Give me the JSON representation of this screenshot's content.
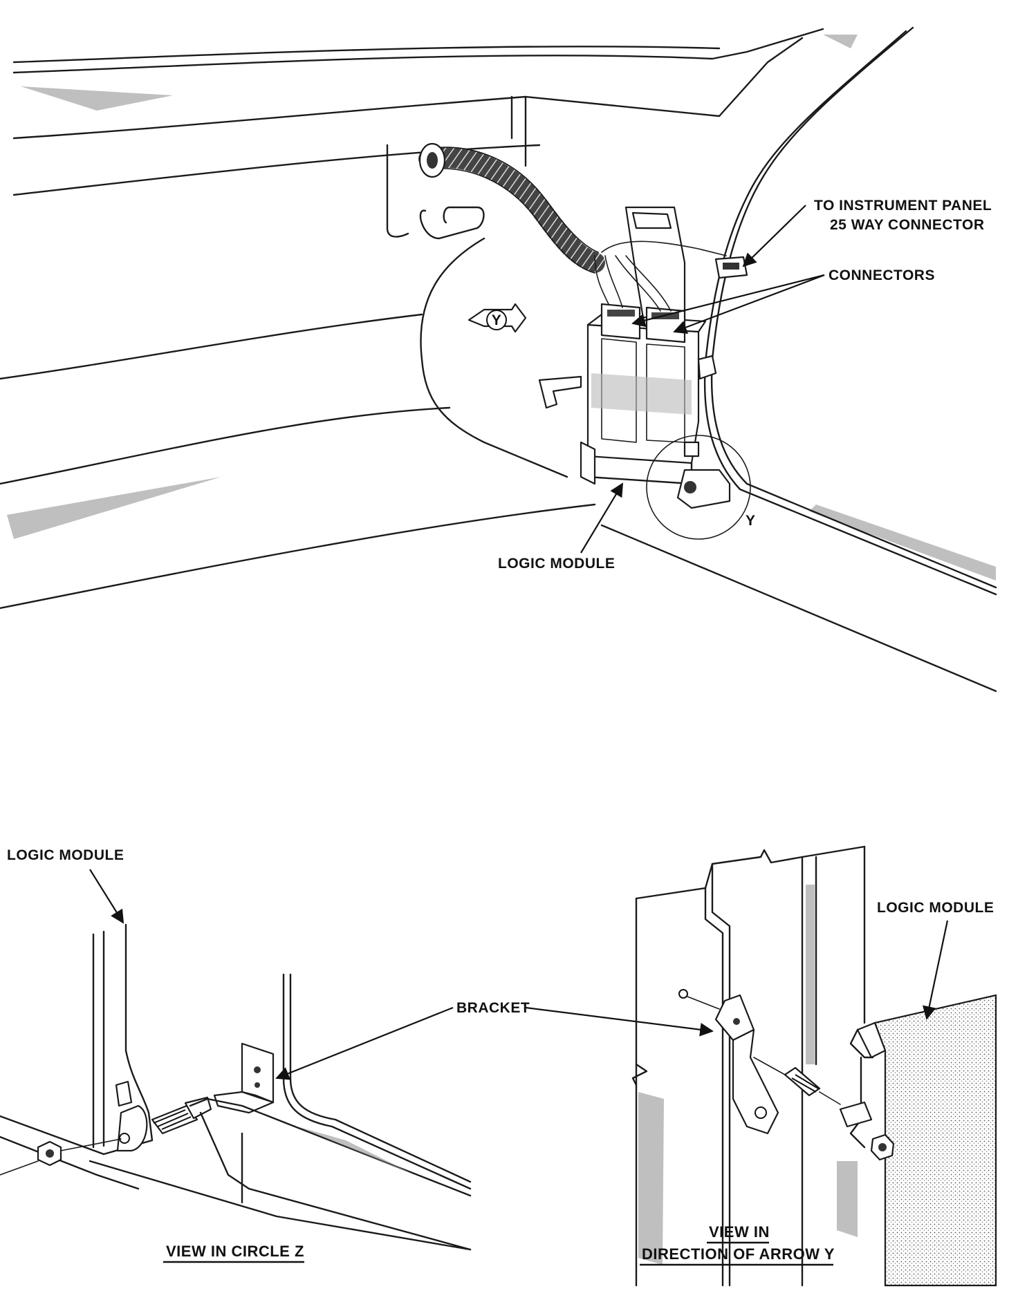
{
  "labels": {
    "instrument_panel_line1": "TO INSTRUMENT PANEL",
    "instrument_panel_line2": "25 WAY CONNECTOR",
    "connectors": "CONNECTORS",
    "logic_module_top": "LOGIC MODULE",
    "circle_y": "Y",
    "arrow_y": "Y",
    "logic_module_left": "LOGIC MODULE",
    "bracket": "BRACKET",
    "logic_module_right": "LOGIC MODULE"
  },
  "captions": {
    "view_circle_z": "VIEW IN CIRCLE Z",
    "view_arrow_y_line1": "VIEW IN",
    "view_arrow_y_line2": "DIRECTION OF ARROW Y"
  },
  "colors": {
    "ink": "#1a1a1a",
    "paper": "#ffffff",
    "shading": "#8a8a8a"
  }
}
